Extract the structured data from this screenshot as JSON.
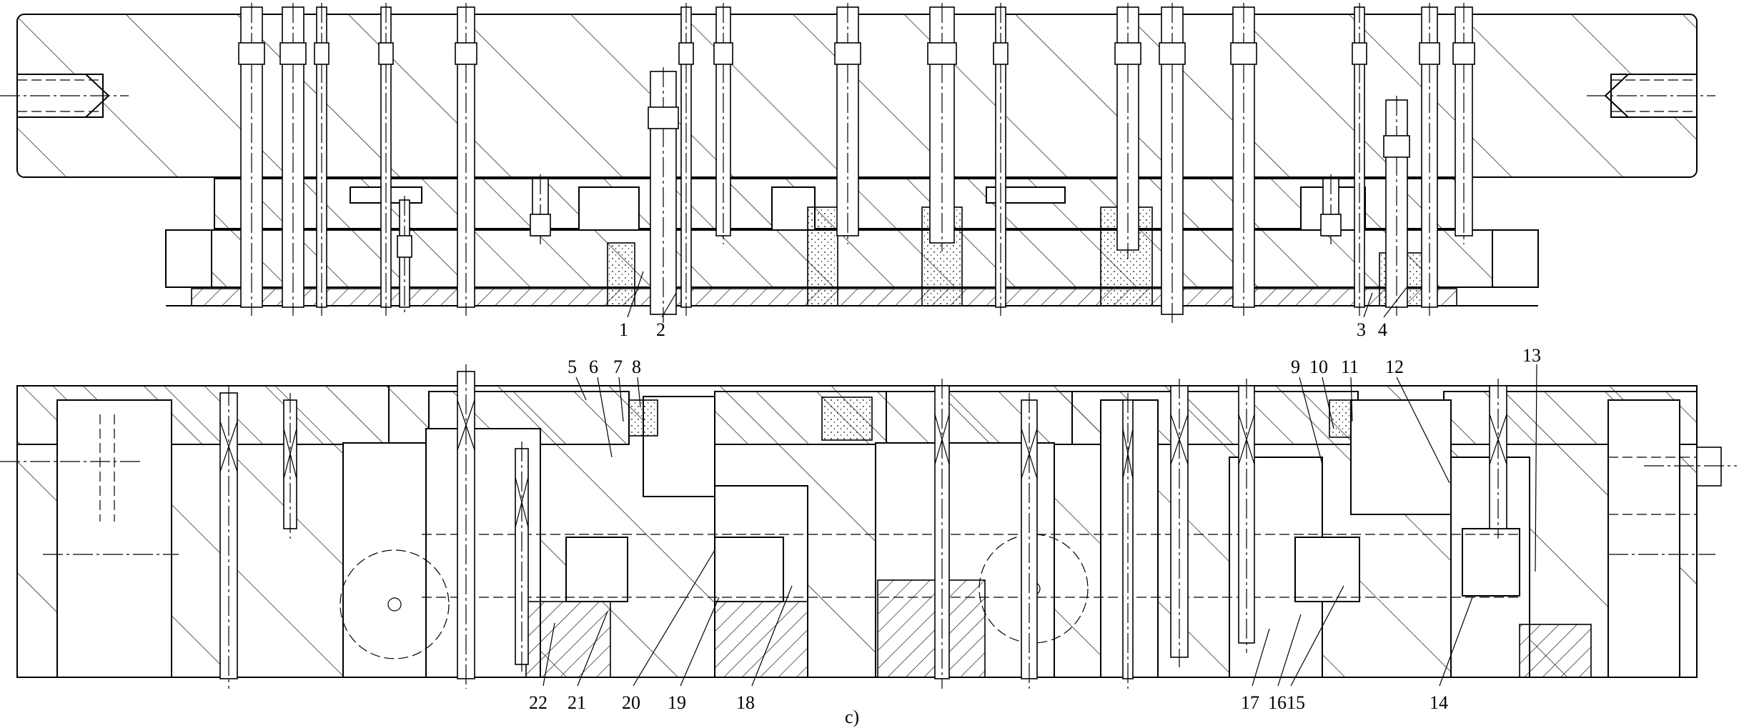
{
  "caption": "c)",
  "upper_labels": [
    "1",
    "2",
    "3",
    "4"
  ],
  "lower_labels_top": [
    "5",
    "6",
    "7",
    "8",
    "9",
    "10",
    "11",
    "12",
    "13"
  ],
  "lower_labels_bottom": [
    "22",
    "21",
    "20",
    "19",
    "18",
    "17",
    "16",
    "15",
    "14"
  ]
}
